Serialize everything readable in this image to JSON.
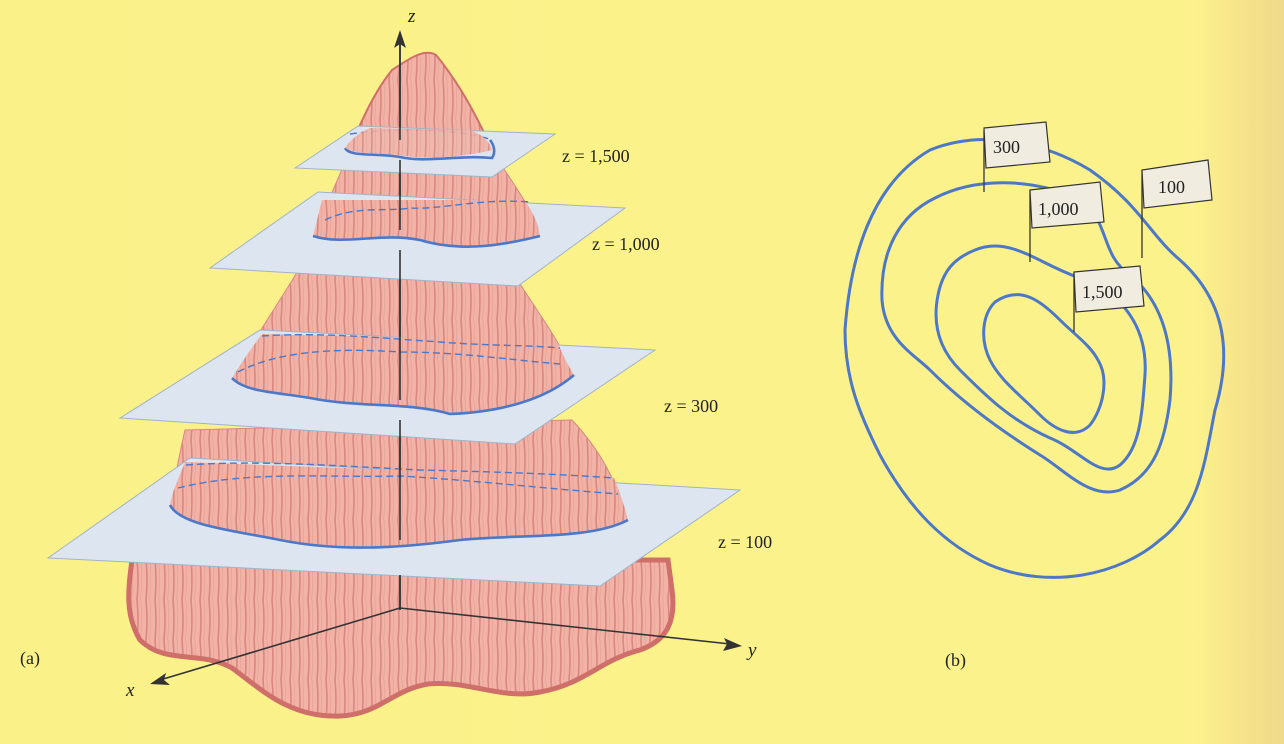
{
  "colors": {
    "background": "#fbf189",
    "mountain_fill": "#f2b3a6",
    "mountain_edge": "#d67a72",
    "mountain_stripe": "#c9605e",
    "plane_fill": "#dfe6f0",
    "plane_edge": "#9fb3c9",
    "contour_blue": "#4d77c7",
    "axis": "#333333",
    "flag_fill": "#f1ece0"
  },
  "panel_a": {
    "label": "(a)",
    "axes": {
      "z": "z",
      "y": "y",
      "x": "x"
    },
    "planes": [
      {
        "equation": "z = 1,500"
      },
      {
        "equation": "z = 1,000"
      },
      {
        "equation": "z = 300"
      },
      {
        "equation": "z = 100"
      }
    ]
  },
  "panel_b": {
    "label": "(b)",
    "flags": [
      "300",
      "100",
      "1,000",
      "1,500"
    ]
  }
}
